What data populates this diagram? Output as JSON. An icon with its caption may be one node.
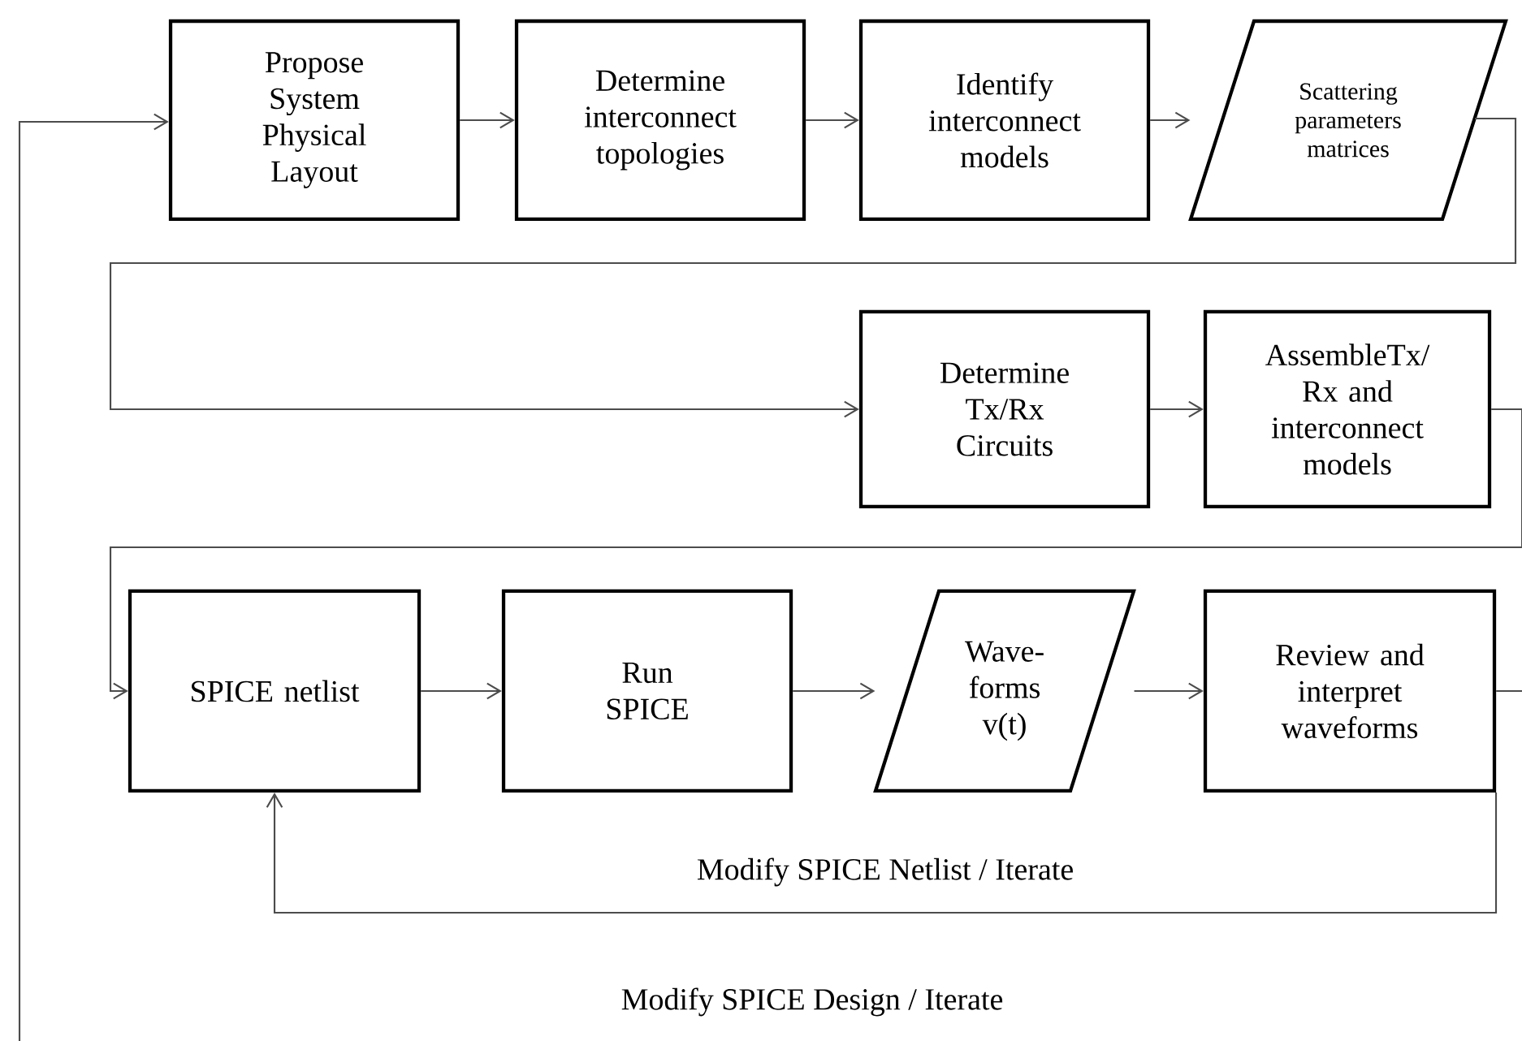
{
  "diagram": {
    "nodes": [
      {
        "text": [
          "Propose System Physical Layout"
        ]
      },
      {
        "text": [
          "Determine interconnect topologies"
        ]
      },
      {
        "text": [
          "Identify interconnect models"
        ]
      },
      {
        "text": [
          "Scattering parameters matrices"
        ]
      },
      {
        "text": [
          "Determine Tx/Rx Circuits"
        ]
      },
      {
        "text": [
          "AssembleTx/ Rx and interconnect models"
        ]
      },
      {
        "text": [
          "SPICE netlist"
        ]
      },
      {
        "text": [
          "Run SPICE"
        ]
      },
      {
        "text": [
          "Wave- forms v(t)"
        ]
      },
      {
        "text": [
          "Review and interpret waveforms"
        ]
      }
    ],
    "edges": [
      {
        "from": 0,
        "to": 1,
        "arrow": "to"
      },
      {
        "from": 1,
        "to": 2,
        "arrow": "to"
      },
      {
        "from": 2,
        "to": 3,
        "arrow": "to"
      },
      {
        "from": 3,
        "to": 4,
        "arrow": "to"
      },
      {
        "from": 4,
        "to": 5,
        "arrow": "to"
      },
      {
        "from": 5,
        "to": 6,
        "arrow": "to"
      },
      {
        "from": 6,
        "to": 7,
        "arrow": "to"
      },
      {
        "from": 7,
        "to": 8,
        "arrow": "to"
      },
      {
        "from": 8,
        "to": 9,
        "arrow": "to"
      },
      {
        "from": 9,
        "to": null,
        "arrow": "none"
      },
      {
        "from": 9,
        "to": 6,
        "arrow": "to",
        "label": "Modify SPICE Netlist / Iterate"
      },
      {
        "from": null,
        "to": 0,
        "arrow": "to"
      }
    ],
    "labels": [
      "Modify SPICE Design / Iterate"
    ]
  }
}
